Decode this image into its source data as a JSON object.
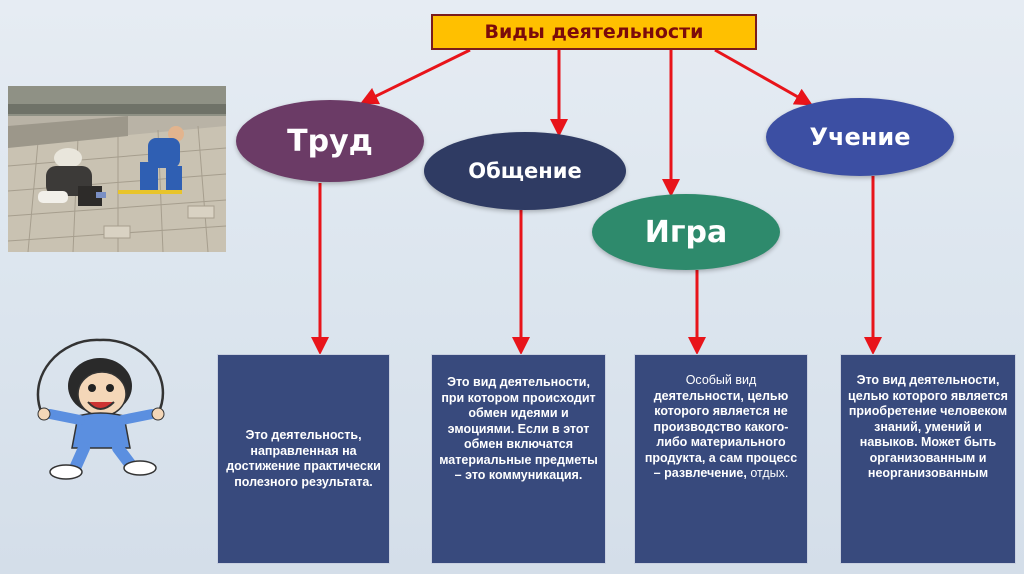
{
  "title": "Виды деятельности",
  "nodes": {
    "trud": "Труд",
    "obshenie": "Общение",
    "igra": "Игра",
    "uchenie": "Учение"
  },
  "cards": {
    "trud": "Это деятельность, направленная на достижение практически полезного результата.",
    "obshenie": "Это вид деятельности, при котором происходит обмен идеями и эмоциями. Если в этот обмен включатся материальные предметы – это коммуникация.",
    "igra_lead": "Особый вид",
    "igra_main": "деятельности, целью которого является не производство какого-либо материального продукта, а сам процесс – развлечение,",
    "igra_tail": "отдых.",
    "uchenie": "Это вид деятельности, целью которого является приобретение человеком знаний, умений и навыков. Может быть организованным и неорганизованным"
  },
  "colors": {
    "title_bg": "#ffc000",
    "arrow": "#e8141a",
    "trud": "#6b3b66",
    "obshenie": "#2f3b63",
    "igra": "#2e8a6c",
    "uchenie": "#3c4fa3",
    "card": "#384a7d"
  },
  "images": {
    "photo": "workers-laying-paving-tiles",
    "clipart": "child-jumping-rope"
  }
}
